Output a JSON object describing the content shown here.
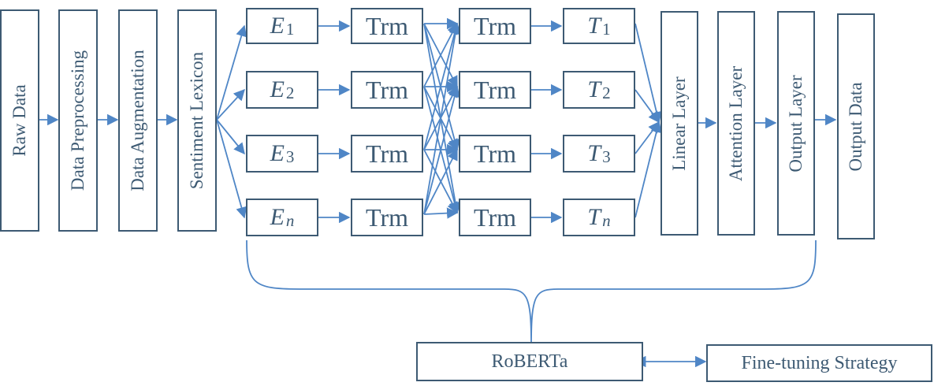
{
  "colors": {
    "border": "#3d5a73",
    "arrow": "#4f86c6",
    "text": "#3d5a73"
  },
  "pipeline": {
    "raw_data": "Raw Data",
    "data_preprocessing": "Data Preprocessing",
    "data_augmentation": "Data Augmentation",
    "sentiment_lexicon": "Sentiment Lexicon",
    "linear_layer": "Linear Layer",
    "attention_layer": "Attention Layer",
    "output_layer": "Output Layer",
    "output_data": "Output Data"
  },
  "embeddings": [
    {
      "base": "E",
      "sub": "1"
    },
    {
      "base": "E",
      "sub": "2"
    },
    {
      "base": "E",
      "sub": "3"
    },
    {
      "base": "E",
      "sub": "n"
    }
  ],
  "trm_layer1": [
    "Trm",
    "Trm",
    "Trm",
    "Trm"
  ],
  "trm_layer2": [
    "Trm",
    "Trm",
    "Trm",
    "Trm"
  ],
  "outputs": [
    {
      "base": "T",
      "sub": "1"
    },
    {
      "base": "T",
      "sub": "2"
    },
    {
      "base": "T",
      "sub": "3"
    },
    {
      "base": "T",
      "sub": "n"
    }
  ],
  "roberta": "RoBERTa",
  "fine_tuning": "Fine-tuning Strategy"
}
